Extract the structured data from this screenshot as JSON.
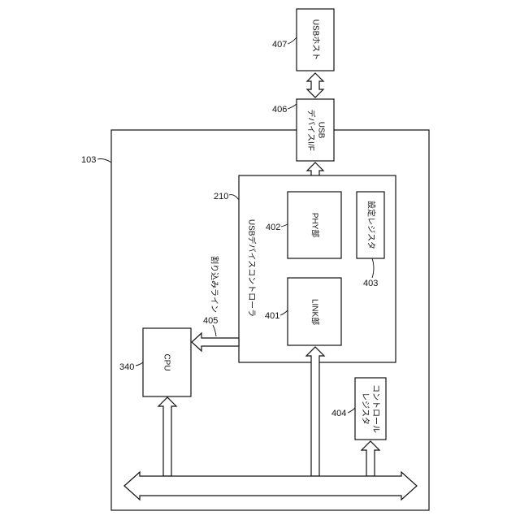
{
  "refs": {
    "r103": "103",
    "r210": "210",
    "r340": "340",
    "r401": "401",
    "r402": "402",
    "r403": "403",
    "r404": "404",
    "r405": "405",
    "r406": "406",
    "r407": "407"
  },
  "blocks": {
    "usb_host": "USBホスト",
    "usb_device_if_line1": "USB",
    "usb_device_if_line2": "デバイスI/F",
    "usb_device_controller": "USBデバイスコントローラ",
    "phy": "PHY部",
    "link": "LINK部",
    "settings_register": "設定レジスタ",
    "cpu": "CPU",
    "control_register_line1": "コントロール",
    "control_register_line2": "レジスタ",
    "interrupt_line": "割り込みライン"
  }
}
